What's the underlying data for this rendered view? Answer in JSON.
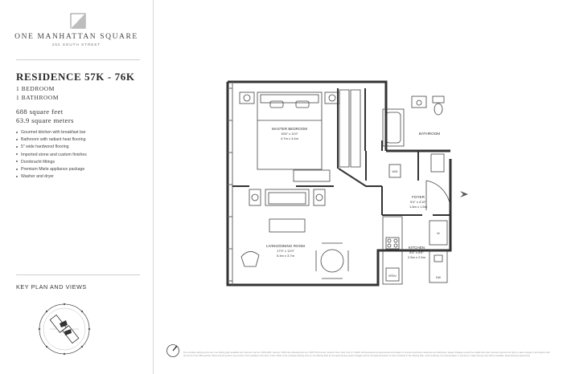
{
  "brand": {
    "name": "ONE MANHATTAN SQUARE",
    "address": "252 SOUTH STREET"
  },
  "residence": {
    "title": "RESIDENCE 57K - 76K",
    "bedrooms": "1 BEDROOM",
    "bathrooms": "1 BATHROOM",
    "area_sqft": "688 square feet",
    "area_sqm": "63.9 square meters"
  },
  "features": [
    "Gourmet kitchen with breakfast bar",
    "Bathroom with radiant heat flooring",
    "5\" wide hardwood flooring",
    "Imported stone and custom finishes",
    "Dornbracht fittings",
    "Premium Miele appliance package",
    "Washer and dryer"
  ],
  "key_plan": {
    "title": "KEY PLAN AND VIEWS"
  },
  "rooms": {
    "master_bedroom": {
      "name": "MASTER BEDROOM",
      "dim_imperial": "15'6\" x 11'0\"",
      "dim_metric": "4.7m x 3.4m"
    },
    "bathroom": {
      "name": "BATHROOM"
    },
    "foyer": {
      "name": "FOYER",
      "dim_imperial": "5'4\" x 4'10\"",
      "dim_metric": "1.6m x 1.5m"
    },
    "living_dining": {
      "name": "LIVING/DINING ROOM",
      "dim_imperial": "17'9\" x 12'0\"",
      "dim_metric": "5.4m x 3.7m"
    },
    "kitchen": {
      "name": "KITCHEN",
      "dim_imperial": "8'4\" x 8'6\"",
      "dim_metric": "2.5m x 2.5m"
    }
  },
  "fixtures": {
    "wd": "W/D",
    "dw": "DW",
    "wc": "W",
    "spdv": "SPDV"
  },
  "disclaimer": "The complete offering terms are in an offering plan available from Sponsor. File No. CD15-0181. Sponsor: OMS Nine Development LLC, 805 Third Avenue, Seventh Floor, New York, NY 10022. All dimensions are approximate and subject to normal construction variances and tolerances. Square footages exceed the usable floor area. Sponsor reserves the right to make changes in accordance with the terms of the Offering Plan. Plans and dimensions may contain minor variations from floor to floor. Refer to the complete offering terms in the Offering Plan for the approximate square footages and for the legal description of units contained in the Offering Plan. Artist rendering. No representation or warranty is made that any view will be available. Equal Housing Opportunity."
}
